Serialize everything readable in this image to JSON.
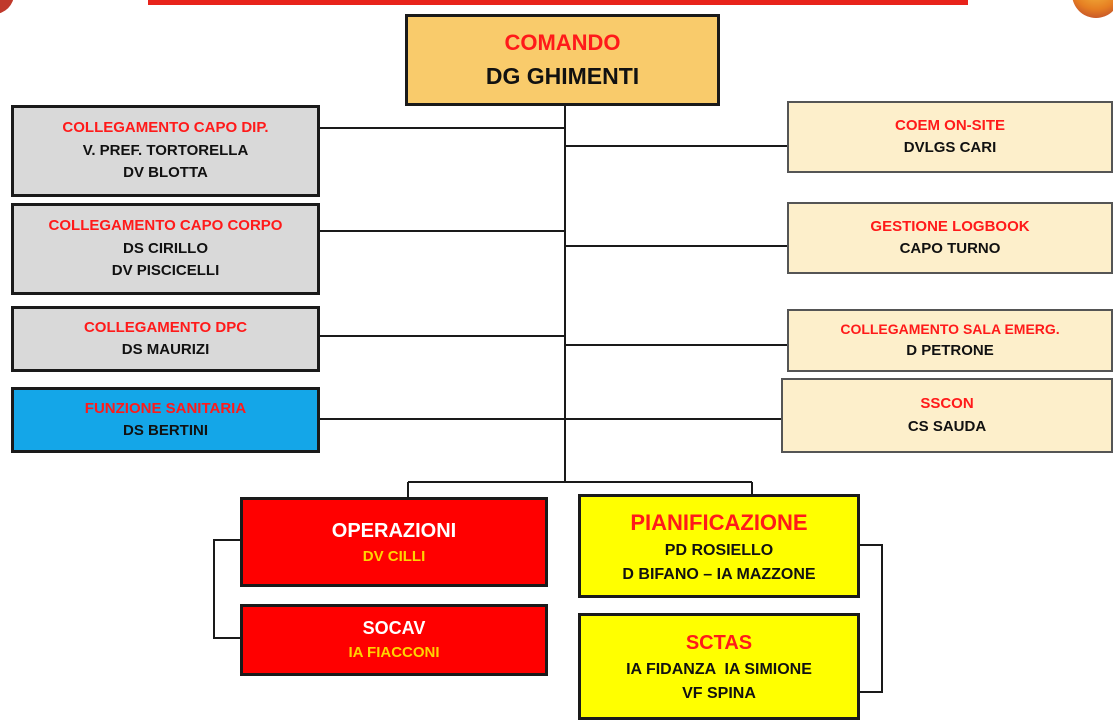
{
  "comando": {
    "title": "COMANDO",
    "name": "DG GHIMENTI"
  },
  "left": [
    {
      "title": "COLLEGAMENTO CAPO DIP.",
      "lines": [
        "V. PREF. TORTORELLA",
        "DV BLOTTA"
      ]
    },
    {
      "title": "COLLEGAMENTO CAPO CORPO",
      "lines": [
        "DS CIRILLO",
        "DV PISCICELLI"
      ]
    },
    {
      "title": "COLLEGAMENTO DPC",
      "lines": [
        "DS MAURIZI"
      ]
    },
    {
      "title": "FUNZIONE SANITARIA",
      "lines": [
        "DS BERTINI"
      ]
    }
  ],
  "right": [
    {
      "title": "COEM ON-SITE",
      "lines": [
        "DVLGS CARI"
      ]
    },
    {
      "title": "GESTIONE LOGBOOK",
      "lines": [
        "CAPO TURNO"
      ]
    },
    {
      "title": "COLLEGAMENTO SALA EMERG.",
      "lines": [
        "D PETRONE"
      ]
    },
    {
      "title": "SSCON",
      "lines": [
        "CS SAUDA"
      ]
    }
  ],
  "operazioni": {
    "title": "OPERAZIONI",
    "lines": [
      "DV CILLI"
    ]
  },
  "socav": {
    "title": "SOCAV",
    "lines": [
      "IA FIACCONI"
    ]
  },
  "pianificazione": {
    "title": "PIANIFICAZIONE",
    "lines": [
      "PD ROSIELLO",
      "D BIFANO – IA MAZZONE"
    ]
  },
  "sctas": {
    "title": "SCTAS",
    "lines": [
      "IA FIDANZA  IA SIMIONE",
      "VF SPINA"
    ]
  },
  "colors": {
    "comando_fill": "#f9cb6b",
    "left_fill": "#d9d9d9",
    "sanitaria_fill": "#14a6e8",
    "right_fill": "#fdefcb",
    "operazioni_fill": "#ff0000",
    "pianificazione_fill": "#ffff00",
    "title_red": "#ff1a1a"
  }
}
